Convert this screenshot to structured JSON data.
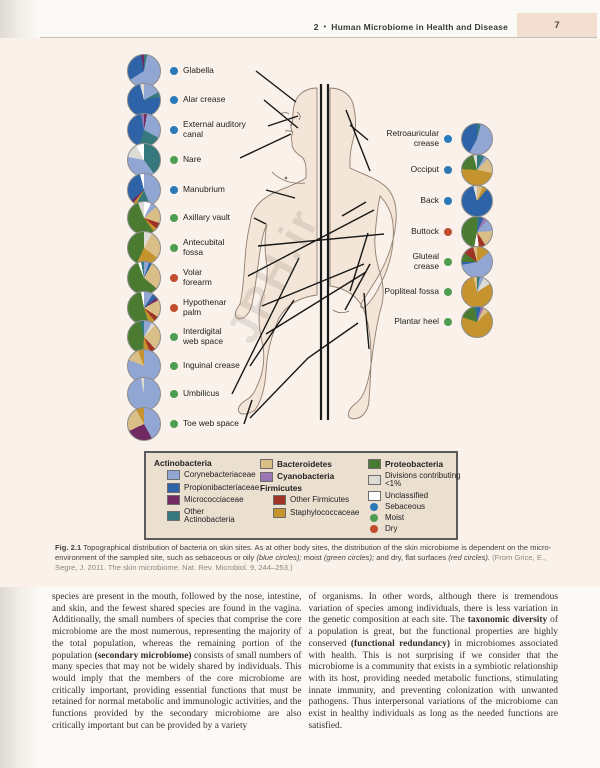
{
  "header": {
    "chapter_number": "2",
    "separator": "•",
    "title": "Human Microbiome in Health and Disease",
    "page_number": "7"
  },
  "watermark": "JPH.ir",
  "figure": {
    "palette": {
      "cory": "#92a6d3",
      "prop": "#2e63a7",
      "micro": "#702a61",
      "otherActino": "#35797c",
      "bact": "#d9be87",
      "cyano": "#9b77b4",
      "otherFirm": "#9f3325",
      "staph": "#c5942f",
      "proteo": "#4a7b31",
      "div": "#dcdbd6",
      "unclass": "#ffffff"
    },
    "site_type_colors": {
      "sebaceous": "#2a79b8",
      "moist": "#4f9d52",
      "dry": "#c04d2d"
    },
    "chart_data": {
      "type": "pie",
      "note": "percent composition per skin site, slices keyed to palette taxa",
      "sites_left": [
        {
          "name": "Glabella",
          "type": "sebaceous",
          "pie": [
            [
              "otherActino",
              3
            ],
            [
              "cory",
              63
            ],
            [
              "prop",
              31
            ],
            [
              "micro",
              3
            ]
          ]
        },
        {
          "name": "Alar crease",
          "type": "sebaceous",
          "pie": [
            [
              "cory",
              17
            ],
            [
              "otherActino",
              5
            ],
            [
              "prop",
              74
            ],
            [
              "div",
              4
            ]
          ]
        },
        {
          "name": "External auditory\ncanal",
          "type": "sebaceous",
          "pie": [
            [
              "micro",
              3
            ],
            [
              "cory",
              30
            ],
            [
              "otherActino",
              22
            ],
            [
              "prop",
              42
            ],
            [
              "cyano",
              3
            ]
          ]
        },
        {
          "name": "Nare",
          "type": "moist",
          "pie": [
            [
              "otherActino",
              40
            ],
            [
              "cory",
              38
            ],
            [
              "div",
              14
            ],
            [
              "unclass",
              8
            ]
          ]
        },
        {
          "name": "Manubrium",
          "type": "sebaceous",
          "pie": [
            [
              "cory",
              44
            ],
            [
              "otherActino",
              14
            ],
            [
              "staph",
              3
            ],
            [
              "micro",
              3
            ],
            [
              "prop",
              32
            ],
            [
              "unclass",
              4
            ]
          ]
        },
        {
          "name": "Axillary vault",
          "type": "moist",
          "pie": [
            [
              "unclass",
              7
            ],
            [
              "cory",
              6
            ],
            [
              "bact",
              17
            ],
            [
              "otherFirm",
              6
            ],
            [
              "staph",
              4
            ],
            [
              "proteo",
              54
            ],
            [
              "div",
              6
            ]
          ]
        },
        {
          "name": "Antecubital\nfossa",
          "type": "moist",
          "pie": [
            [
              "div",
              8
            ],
            [
              "bact",
              27
            ],
            [
              "staph",
              22
            ],
            [
              "proteo",
              43
            ]
          ]
        },
        {
          "name": "Volar\nforearm",
          "type": "dry",
          "pie": [
            [
              "cory",
              5
            ],
            [
              "prop",
              3
            ],
            [
              "bact",
              28
            ],
            [
              "proteo",
              58
            ],
            [
              "unclass",
              3
            ],
            [
              "otherActino",
              3
            ]
          ]
        },
        {
          "name": "Hypothenar\npalm",
          "type": "dry",
          "pie": [
            [
              "cory",
              9
            ],
            [
              "prop",
              5
            ],
            [
              "micro",
              3
            ],
            [
              "bact",
              17
            ],
            [
              "otherFirm",
              5
            ],
            [
              "staph",
              6
            ],
            [
              "proteo",
              52
            ],
            [
              "unclass",
              3
            ]
          ]
        },
        {
          "name": "Interdigital\nweb space",
          "type": "moist",
          "pie": [
            [
              "cory",
              8
            ],
            [
              "div",
              4
            ],
            [
              "bact",
              26
            ],
            [
              "otherFirm",
              6
            ],
            [
              "staph",
              7
            ],
            [
              "proteo",
              45
            ],
            [
              "otherActino",
              4
            ]
          ]
        },
        {
          "name": "Inguinal crease",
          "type": "moist",
          "pie": [
            [
              "cory",
              81
            ],
            [
              "bact",
              13
            ],
            [
              "staph",
              6
            ]
          ]
        },
        {
          "name": "Umbilicus",
          "type": "moist",
          "pie": [
            [
              "cory",
              97
            ],
            [
              "div",
              3
            ]
          ]
        },
        {
          "name": "Toe web space",
          "type": "moist",
          "pie": [
            [
              "cory",
              42
            ],
            [
              "micro",
              26
            ],
            [
              "bact",
              24
            ],
            [
              "staph",
              8
            ]
          ]
        }
      ],
      "sites_right": [
        {
          "name": "Retroauricular\ncrease",
          "type": "sebaceous",
          "pie": [
            [
              "otherActino",
              4
            ],
            [
              "cory",
              54
            ],
            [
              "prop",
              42
            ]
          ]
        },
        {
          "name": "Occiput",
          "type": "sebaceous",
          "pie": [
            [
              "otherActino",
              8
            ],
            [
              "cory",
              4
            ],
            [
              "bact",
              16
            ],
            [
              "staph",
              48
            ],
            [
              "proteo",
              20
            ],
            [
              "div",
              4
            ]
          ]
        },
        {
          "name": "Back",
          "type": "sebaceous",
          "pie": [
            [
              "bact",
              6
            ],
            [
              "staph",
              5
            ],
            [
              "prop",
              85
            ],
            [
              "div",
              4
            ]
          ]
        },
        {
          "name": "Buttock",
          "type": "dry",
          "pie": [
            [
              "otherActino",
              3
            ],
            [
              "prop",
              4
            ],
            [
              "cyano",
              4
            ],
            [
              "cory",
              13
            ],
            [
              "bact",
              17
            ],
            [
              "otherFirm",
              7
            ],
            [
              "unclass",
              5
            ],
            [
              "proteo",
              47
            ]
          ]
        },
        {
          "name": "Gluteal\ncrease",
          "type": "moist",
          "pie": [
            [
              "staph",
              14
            ],
            [
              "cory",
              58
            ],
            [
              "prop",
              3
            ],
            [
              "proteo",
              10
            ],
            [
              "otherFirm",
              11
            ],
            [
              "bact",
              4
            ]
          ]
        },
        {
          "name": "Popliteal fossa",
          "type": "moist",
          "pie": [
            [
              "otherActino",
              3
            ],
            [
              "cory",
              4
            ],
            [
              "div",
              9
            ],
            [
              "staph",
              80
            ],
            [
              "bact",
              4
            ]
          ]
        },
        {
          "name": "Plantar heel",
          "type": "moist",
          "pie": [
            [
              "prop",
              4
            ],
            [
              "cyano",
              3
            ],
            [
              "bact",
              6
            ],
            [
              "staph",
              67
            ],
            [
              "proteo",
              17
            ],
            [
              "otherActino",
              3
            ]
          ]
        }
      ]
    },
    "legend": {
      "columns": [
        {
          "items": [
            {
              "label": "Actinobacteria",
              "header": true
            },
            {
              "label": "Corynebacteriaceae",
              "swatch": "cory",
              "indent": true
            },
            {
              "label": "Propionibacteriaceae",
              "swatch": "prop",
              "indent": true
            },
            {
              "label": "Micrococciaceae",
              "swatch": "micro",
              "indent": true
            },
            {
              "label": "Other Actinobacteria",
              "swatch": "otherActino",
              "indent": true
            }
          ]
        },
        {
          "items": [
            {
              "label": "Bacteroidetes",
              "swatch": "bact",
              "bold": true
            },
            {
              "label": "Cyanobacteria",
              "swatch": "cyano",
              "bold": true
            },
            {
              "label": "Firmicutes",
              "header": true
            },
            {
              "label": "Other Firmicutes",
              "swatch": "otherFirm",
              "indent": true
            },
            {
              "label": "Staphylococcaceae",
              "swatch": "staph",
              "indent": true
            }
          ]
        },
        {
          "items": [
            {
              "label": "Proteobacteria",
              "swatch": "proteo",
              "bold": true
            },
            {
              "label": "Divisions contributing <1%",
              "swatch": "div"
            },
            {
              "label": "Unclassified",
              "swatch": "unclass"
            },
            {
              "label": "Sebaceous",
              "dot": "sebaceous"
            },
            {
              "label": "Moist",
              "dot": "moist"
            },
            {
              "label": "Dry",
              "dot": "dry"
            }
          ]
        }
      ]
    },
    "caption": [
      {
        "t": "Fig. 2.1",
        "b": true
      },
      {
        "t": "   Topographical distribution of bacteria on skin sites. As at other body sites, the distribution of the skin microbiome is dependent on the micro-environment of the sampled site, such as sebaceous or oily "
      },
      {
        "t": "(blue circles);",
        "i": true
      },
      {
        "t": " moist "
      },
      {
        "t": "(green circles);",
        "i": true
      },
      {
        "t": " and dry, flat surfaces "
      },
      {
        "t": "(red circles).",
        "i": true
      },
      {
        "t": " (From Grice, E., Segre, J. 2011. The skin microbiome. Nat. Rev. Microbiol. 9, 244–253.)",
        "gray": true
      }
    ]
  },
  "body_text": {
    "left_column": [
      {
        "t": "species are present in the mouth, followed by the nose, intestine, and skin, and the fewest shared species are found in the vagina. Additionally, the small numbers of species that comprise the core microbiome are the most numerous, representing the majority of the total population, whereas the remaining portion of the population "
      },
      {
        "t": "(secondary microbiome)",
        "b": true
      },
      {
        "t": " consists of small numbers of many species that may not be widely shared by individuals. This would imply that the members of the core microbiome are critically important, providing essential functions that must be retained for normal metabolic and immunologic activities, and the functions provided by the secondary microbiome are also critically important but can be provided by a variety"
      }
    ],
    "right_column": [
      {
        "t": "of organisms. In other words, although there is tremendous variation of species among individuals, there is less variation in the genetic composition at each site. The "
      },
      {
        "t": "taxonomic diversity",
        "b": true
      },
      {
        "t": " of a population is great, but the functional properties are highly conserved "
      },
      {
        "t": "(functional redundancy)",
        "b": true
      },
      {
        "t": " in microbiomes associated with health. This is not surprising if we consider that the microbiome is a community that exists in a symbiotic relationship with its host, providing needed metabolic functions, stimulating innate immunity, and preventing colonization with unwanted pathogens. Thus interpersonal variations of the microbiome can exist in healthy individuals as long as the needed functions are satisfied."
      }
    ]
  }
}
